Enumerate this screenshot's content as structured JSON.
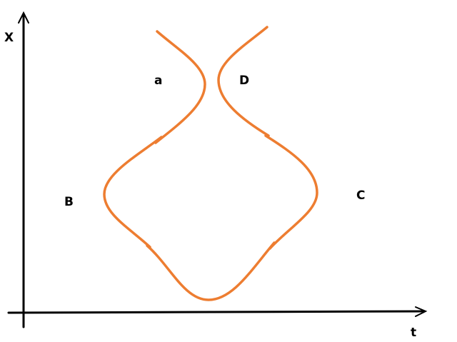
{
  "axes": {
    "y_label": "X",
    "x_label": "t"
  },
  "region_labels": {
    "a": "a",
    "d": "D",
    "b": "B",
    "c": "C"
  },
  "colors": {
    "curve": "#ED7D31",
    "axis": "#000000",
    "background": "#FFFFFF"
  }
}
